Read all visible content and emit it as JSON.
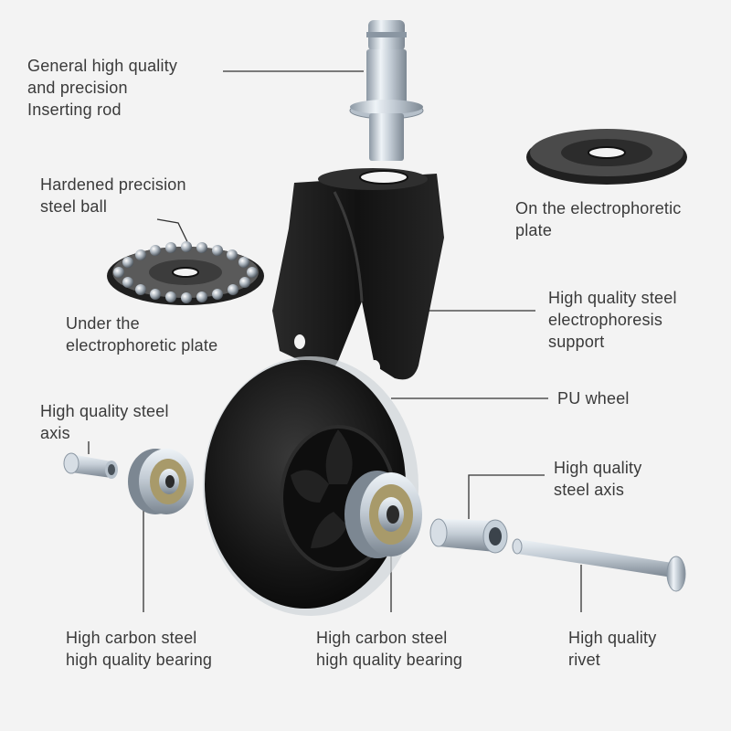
{
  "labels": {
    "rod": {
      "lines": [
        "General high quality",
        "and precision",
        "Inserting rod"
      ]
    },
    "steel_ball": {
      "lines": [
        "Hardened precision",
        "steel ball"
      ]
    },
    "under_plate": {
      "lines": [
        "Under the",
        "electrophoretic plate"
      ]
    },
    "on_plate": {
      "lines": [
        "On the electrophoretic",
        "plate"
      ]
    },
    "support": {
      "lines": [
        "High quality steel",
        "electrophoresis",
        "support"
      ]
    },
    "pu_wheel": {
      "lines": [
        "PU wheel"
      ]
    },
    "axis_left": {
      "lines": [
        "High quality steel",
        "axis"
      ]
    },
    "axis_right": {
      "lines": [
        "High quality",
        "steel axis"
      ]
    },
    "bearing_left": {
      "lines": [
        "High carbon steel",
        "high quality bearing"
      ]
    },
    "bearing_right": {
      "lines": [
        "High carbon steel",
        "high quality bearing"
      ]
    },
    "rivet": {
      "lines": [
        "High quality",
        "rivet"
      ]
    }
  },
  "colors": {
    "background": "#f3f3f3",
    "text": "#3a3a3a",
    "leader_line": "#333333",
    "steel": "#c9d3dc",
    "black_part": "#1d1d1d"
  }
}
